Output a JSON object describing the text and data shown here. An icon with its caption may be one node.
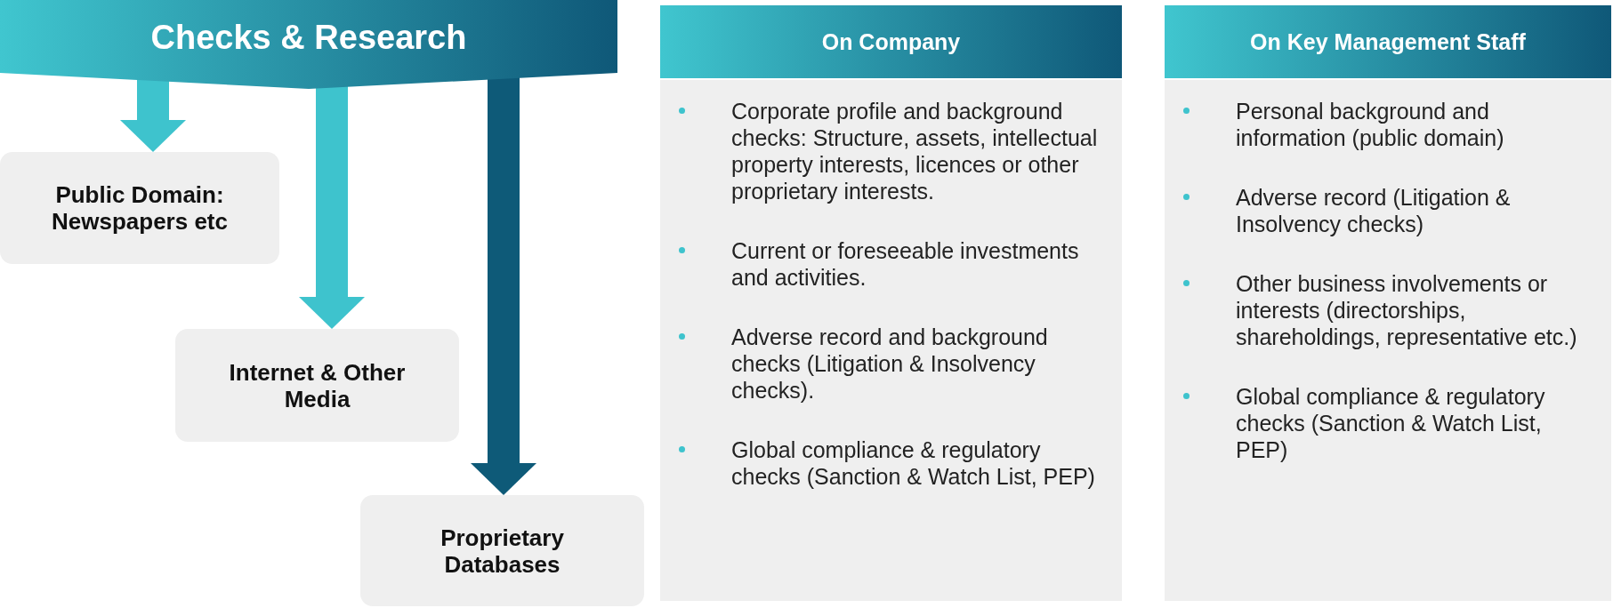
{
  "diagram": {
    "nodes": [
      {
        "text": [
          "Checks & Research"
        ]
      },
      {
        "text": [
          "Public Domain: Newspapers etc"
        ]
      },
      {
        "text": [
          "Internet & Other Media"
        ]
      },
      {
        "text": [
          "Proprietary Databases"
        ]
      },
      {
        "text": [
          "On Company",
          "Corporate profile and background checks: Structure, assets, intellectual property interests, licences or other proprietary interests.",
          "Current or foreseeable investments and activities.",
          "Adverse record and background checks (Litigation & Insolvency checks).",
          "Global compliance & regulatory checks (Sanction & Watch List, PEP)"
        ]
      },
      {
        "text": [
          "On Key Management Staff",
          "Personal background and information (public domain)",
          "Adverse record (Litigation & Insolvency checks)",
          "Other business involvements or interests (directorships, shareholdings, representative etc.)",
          "Global compliance & regulatory checks (Sanction & Watch List, PEP)"
        ]
      }
    ],
    "edges": [
      {
        "from": 0,
        "to": 1,
        "arrow": "to"
      },
      {
        "from": 0,
        "to": 2,
        "arrow": "to"
      },
      {
        "from": 0,
        "to": 3,
        "arrow": "to",
        "color": "#0e5a78"
      }
    ]
  }
}
